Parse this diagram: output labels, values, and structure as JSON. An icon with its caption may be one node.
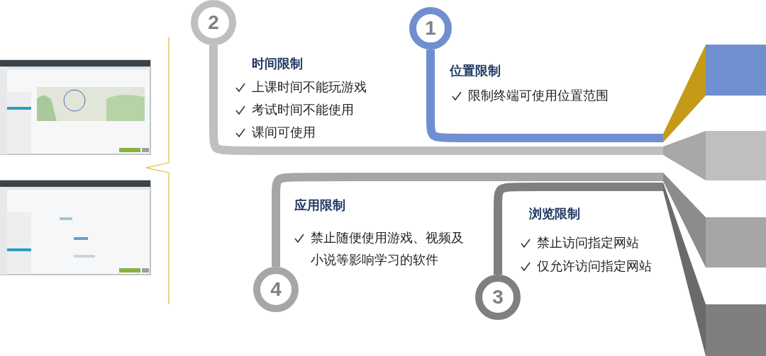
{
  "diagram": {
    "nodes": [
      {
        "text": [
          "2"
        ]
      },
      {
        "text": [
          "1"
        ]
      },
      {
        "text": [
          "4"
        ]
      },
      {
        "text": [
          "3"
        ]
      },
      {
        "text": [],
        "shape": "bar"
      },
      {
        "text": [],
        "shape": "bar"
      },
      {
        "text": [],
        "shape": "bar"
      },
      {
        "text": [],
        "shape": "bar"
      }
    ],
    "edges": [
      {
        "from": 0,
        "to": 5,
        "arrow": "none",
        "color": "#bfbfbf"
      },
      {
        "from": 1,
        "to": 4,
        "arrow": "none",
        "color": "#6f8fd0"
      },
      {
        "from": 2,
        "to": 6,
        "arrow": "none",
        "color": "#a6a6a6"
      },
      {
        "from": 3,
        "to": 7,
        "arrow": "none",
        "color": "#7f7f7f"
      }
    ],
    "labels": [
      "时间限制",
      "上课时间不能玩游戏",
      "考试时间不能使用",
      "课间可使用",
      "位置限制",
      "限制终端可使用位置范围",
      "应用限制",
      "禁止随便使用游戏、视频及小说等影响学习的软件",
      "浏览限制",
      "禁止访问指定网站",
      "仅允许访问指定网站"
    ]
  }
}
